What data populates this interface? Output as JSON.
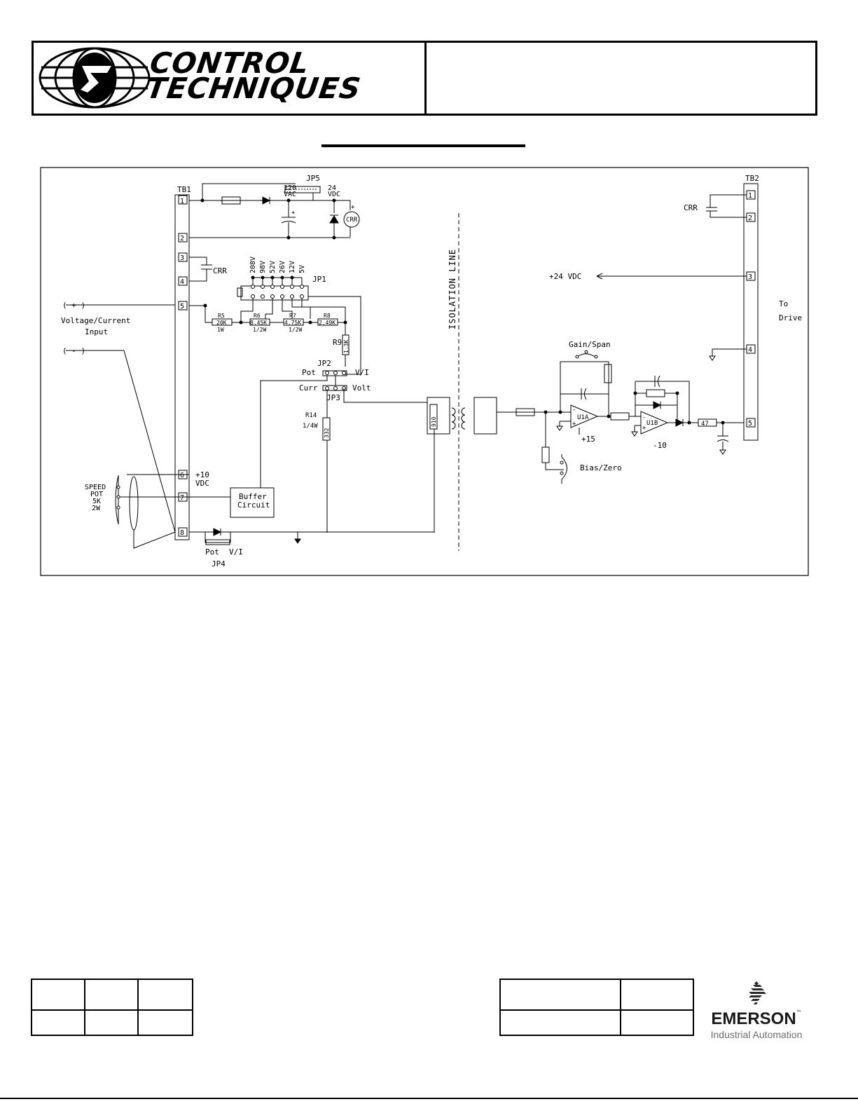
{
  "header": {
    "brand_line1": "CONTROL",
    "brand_line2": "TECHNIQUES"
  },
  "diagram": {
    "tb1_label": "TB1",
    "tb2_label": "TB2",
    "tb1_terminals": [
      "1",
      "2",
      "3",
      "4",
      "5",
      "6",
      "7",
      "8"
    ],
    "tb2_terminals": [
      "1",
      "2",
      "3",
      "4",
      "5"
    ],
    "jp5": "JP5",
    "jp5_120": "120",
    "jp5_vac": "VAC",
    "jp5_24": "24",
    "jp5_vdc": "VDC",
    "crr": "CRR",
    "jp1": "JP1",
    "jp1_voltages": [
      "208V",
      "98V",
      "52V",
      "26V",
      "12V",
      "5V"
    ],
    "r5": "R5",
    "r5_val": "20K",
    "r5_w": "1W",
    "r6": "R6",
    "r6_val": "8.45K",
    "r6_w": "1/2W",
    "r7": "R7",
    "r7_val": "4.75K",
    "r7_w": "1/2W",
    "r8": "R8",
    "r8_val": "2.49K",
    "r9": "R9",
    "r9_val": "1.3K",
    "jp2": "JP2",
    "pot": "Pot",
    "vi": "V/I",
    "jp3": "JP3",
    "curr": "Curr",
    "volt": "Volt",
    "r14": "R14",
    "r14_w": "1/4W",
    "r14_val": "332",
    "r910": "910",
    "plus": "( + )",
    "minus": "( - )",
    "input_line1": "Voltage/Current",
    "input_line2": "Input",
    "speed": "SPEED",
    "pot_lbl": "POT",
    "pot_5k": "5K",
    "pot_2w": "2W",
    "plus10": "+10",
    "vdc": "VDC",
    "buffer1": "Buffer",
    "buffer2": "Circuit",
    "jp4": "JP4",
    "isolation": "ISOLATION LINE",
    "plus24": "+24 VDC",
    "gain": "Gain/Span",
    "bias": "Bias/Zero",
    "u1a": "U1A",
    "u1b": "U1B",
    "p15": "+15",
    "m10": "-10",
    "r47": "47",
    "to": "To",
    "drive": "Drive",
    "minus_sign": "-",
    "plus_sign": "+"
  },
  "emerson": {
    "name": "EMERSON",
    "tm": "™",
    "sub": "Industrial Automation"
  }
}
